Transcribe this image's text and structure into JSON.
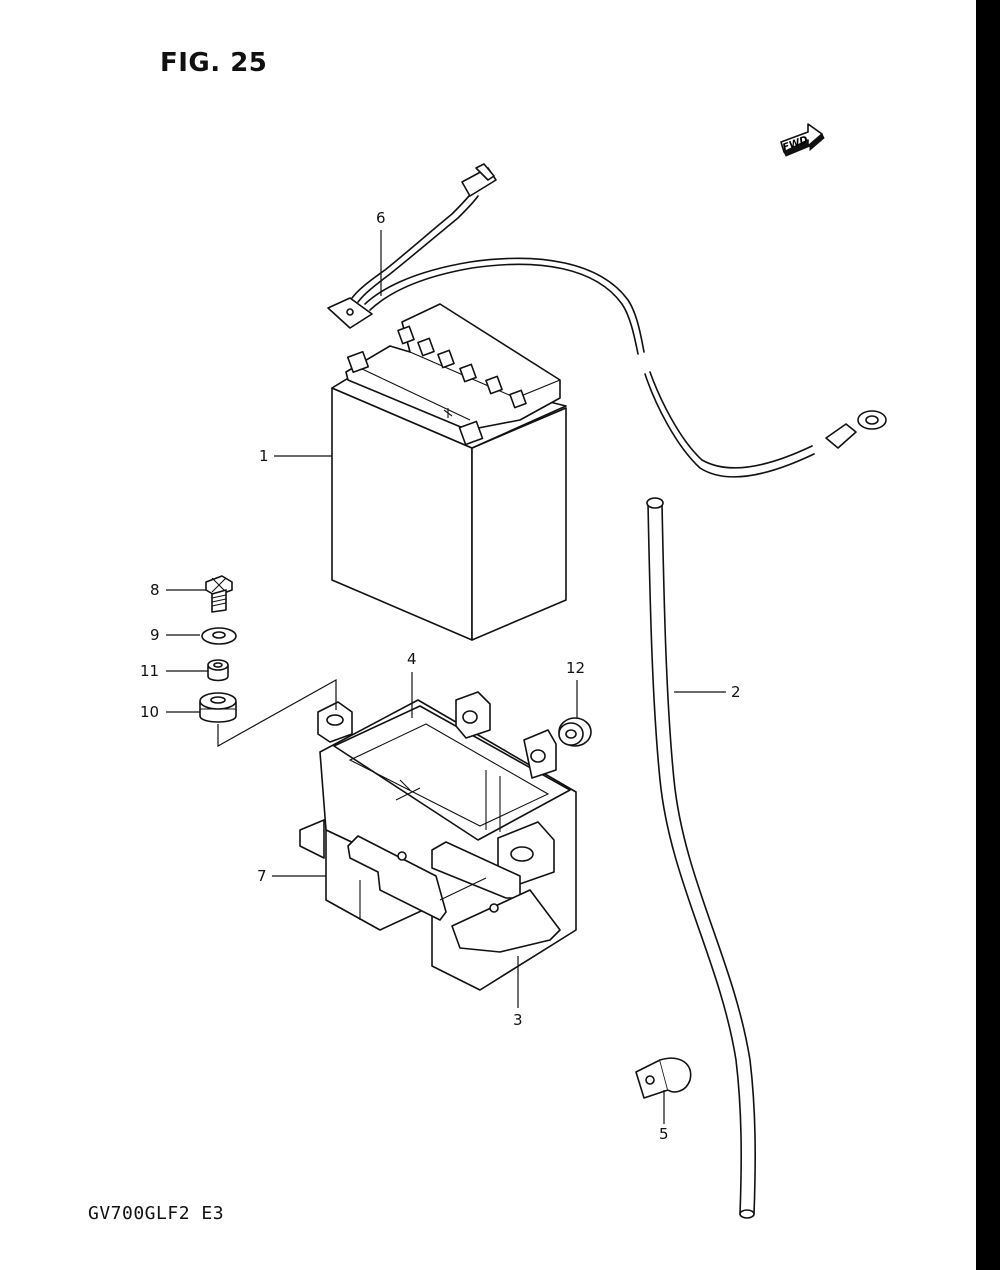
{
  "figure": {
    "title": "FIG. 25",
    "model_code": "GV700GLF2 E3",
    "direction_badge": "FWD"
  },
  "callouts": {
    "c1": "1",
    "c2": "2",
    "c3": "3",
    "c4": "4",
    "c5": "5",
    "c6": "6",
    "c7": "7",
    "c8": "8",
    "c9": "9",
    "c10": "10",
    "c11": "11",
    "c12": "12"
  },
  "colors": {
    "ink": "#111111",
    "paper": "#ffffff"
  }
}
